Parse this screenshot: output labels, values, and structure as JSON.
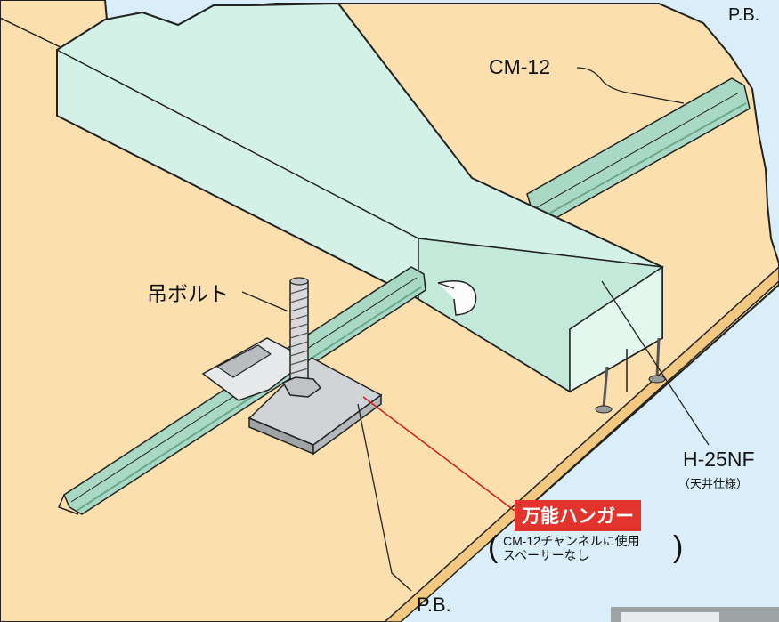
{
  "labels": {
    "pb_top": "P.B.",
    "cm12": "CM-12",
    "bolt": "吊ボルト",
    "h25nf": "H-25NF",
    "h25nf_sub": "（天井仕様）",
    "hanger": "万能ハンガー",
    "note_line1": "CM-12チャンネルに使用",
    "note_line2": "スペーサーなし",
    "pb_bottom": "P.B."
  },
  "colors": {
    "background": "#d9eef9",
    "board": "#fbdfae",
    "duct": "#cdeee3",
    "channel": "#a9d9c4",
    "metal": "#c9ccce",
    "hanger_badge": "#e2332c",
    "leader_red": "#d11b1b"
  }
}
